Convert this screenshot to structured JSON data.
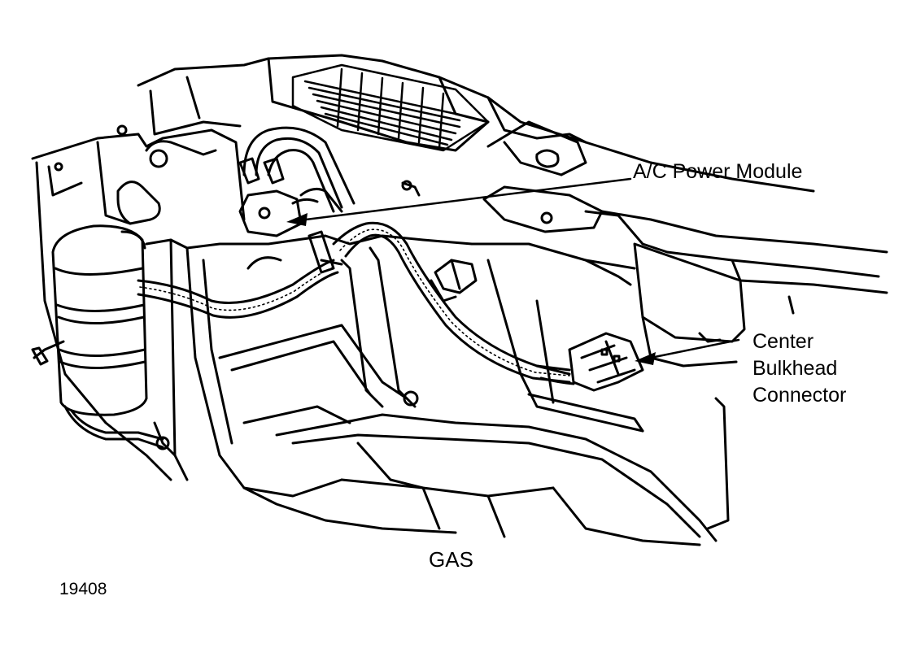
{
  "labels": {
    "ac_power_module": "A/C Power Module",
    "center_bulkhead_connector": [
      "Center",
      "Bulkhead",
      "Connector"
    ],
    "variant": "GAS",
    "figure_number": "19408"
  },
  "colors": {
    "ink": "#000000",
    "paper": "#ffffff"
  }
}
